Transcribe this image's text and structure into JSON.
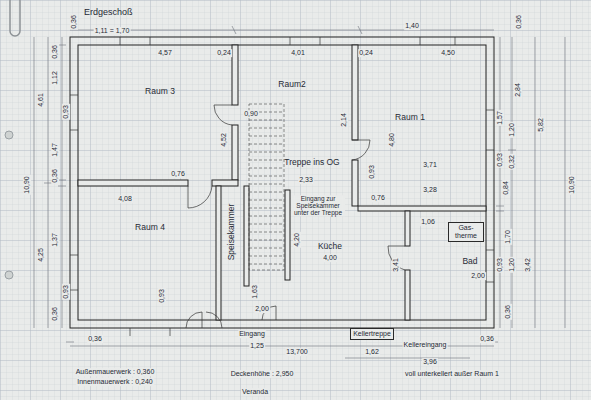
{
  "diagram": {
    "title": "Erdgeschoß",
    "nodes": [
      {
        "text": [
          "Raum 3"
        ]
      },
      {
        "text": [
          "Raum2"
        ]
      },
      {
        "text": [
          "Raum 1"
        ]
      },
      {
        "text": [
          "Raum 4"
        ]
      },
      {
        "text": [
          "Speisekammer"
        ]
      },
      {
        "text": [
          "Treppe ins OG"
        ]
      },
      {
        "text": [
          "Küche"
        ]
      },
      {
        "text": [
          "Bad"
        ]
      },
      {
        "text": [
          "Gas- therme"
        ],
        "in": 7
      },
      {
        "text": [
          "Kellertreppe"
        ]
      }
    ],
    "labels": [
      "1,11 = 1,70",
      "0,36",
      "4,57",
      "0,24",
      "4,01",
      "0,24",
      "4,50",
      "1,40",
      "0,36",
      "0,36",
      "1,12",
      "4,61",
      "0,93",
      "1,47",
      "0,36",
      "10,90",
      "4,25",
      "1,37",
      "0,93",
      "0,36",
      "4,52",
      "0,90",
      "2,14",
      "4,80",
      "0,93",
      "3,71",
      "3,28",
      "2,33",
      "0,76",
      "0,76",
      "1,06",
      "2,00",
      "3,41",
      "4,00",
      "4,20",
      "1,63",
      "2,00",
      "4,08",
      "0,93",
      "Eingang zur Speisekammer unter der Treppe",
      "2,84",
      "1,57",
      "1,20",
      "5,82",
      "0,93",
      "0,32",
      "0,84",
      "1,70",
      "0,93",
      "1,20",
      "3,42",
      "10,90",
      "0,36",
      "0,36",
      "Eingang",
      "1,25",
      "13,700",
      "1,62",
      "Kellereingang",
      "3,96",
      "0,36",
      "Außenmauerwerk : 0,360",
      "Innenmauerwerk : 0,240",
      "Deckenhöhe : 2,950",
      "voll unterkellert außer Raum 1",
      "Veranda"
    ]
  }
}
